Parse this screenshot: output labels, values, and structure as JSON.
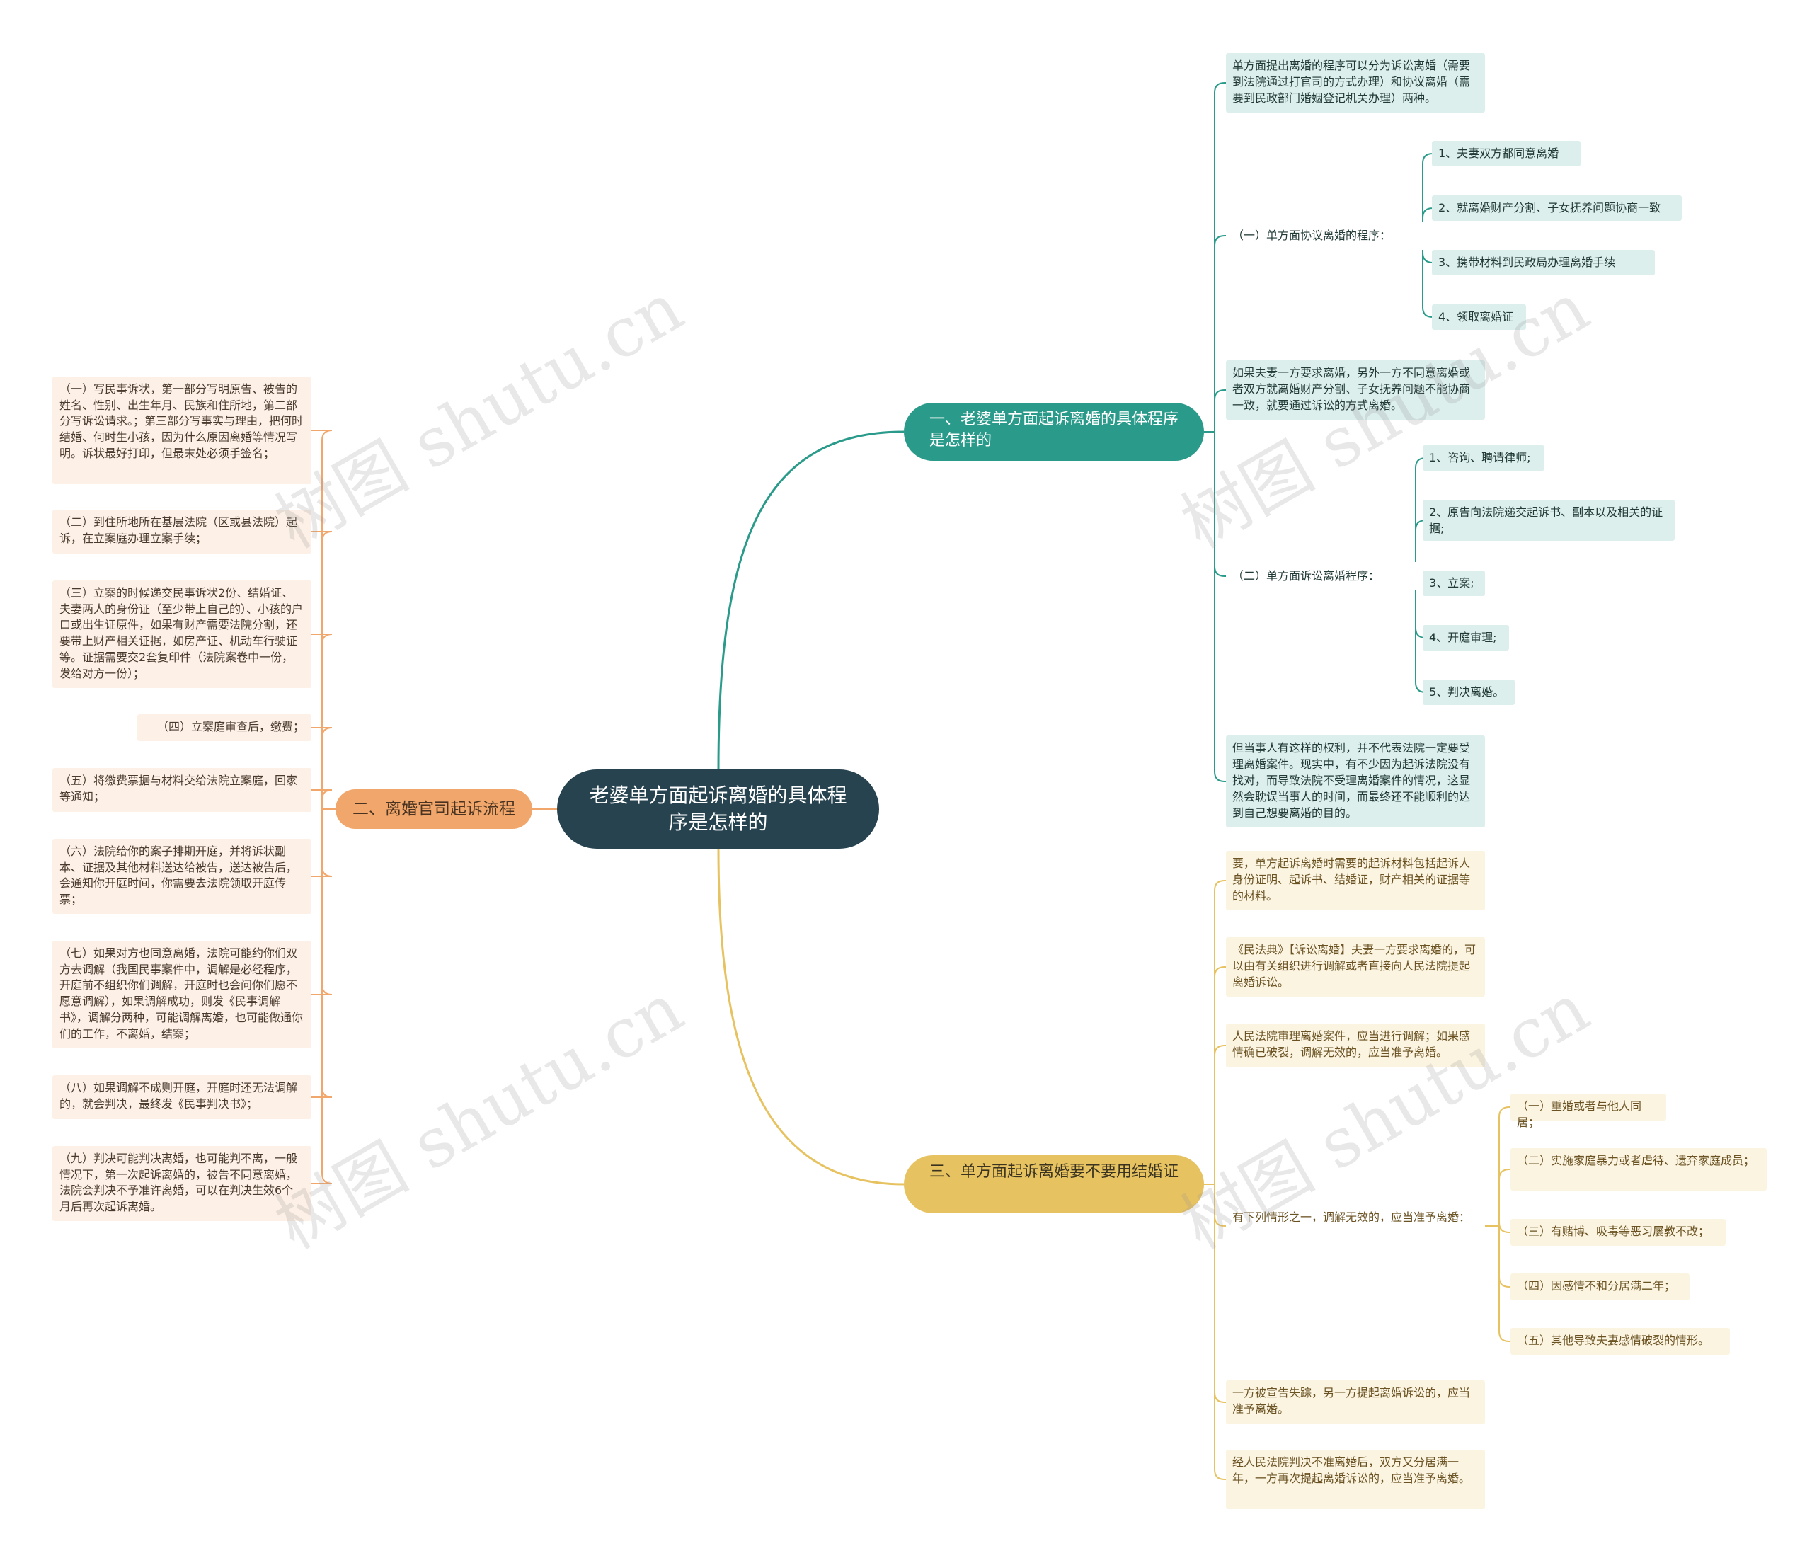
{
  "root": "老婆单方面起诉离婚的具体程序是怎样的",
  "watermark": "树图 shutu.cn",
  "colors": {
    "root": "#26434f",
    "teal": "#2a9b8a",
    "orange": "#f1a76b",
    "yellow": "#e7c261"
  },
  "branch1": {
    "title": "一、老婆单方面起诉离婚的具体程序是怎样的",
    "intro": "单方面提出离婚的程序可以分为诉讼离婚（需要到法院通过打官司的方式办理）和协议离婚（需要到民政部门婚姻登记机关办理）两种。",
    "agreement": {
      "label": "（一）单方面协议离婚的程序：",
      "items": [
        "1、夫妻双方都同意离婚",
        "2、就离婚财产分割、子女抚养问题协商一致",
        "3、携带材料到民政局办理离婚手续",
        "4、领取离婚证"
      ]
    },
    "middle": "如果夫妻一方要求离婚，另外一方不同意离婚或者双方就离婚财产分割、子女抚养问题不能协商一致，就要通过诉讼的方式离婚。",
    "litigation": {
      "label": "（二）单方面诉讼离婚程序：",
      "items": [
        "1、咨询、聘请律师;",
        "2、原告向法院递交起诉书、副本以及相关的证据;",
        "3、立案;",
        "4、开庭审理;",
        "5、判决离婚。"
      ]
    },
    "note": "但当事人有这样的权利，并不代表法院一定要受理离婚案件。现实中，有不少因为起诉法院没有找对，而导致法院不受理离婚案件的情况，这显然会耽误当事人的时间，而最终还不能顺利的达到自己想要离婚的目的。"
  },
  "branch2": {
    "title": "二、离婚官司起诉流程",
    "items": [
      "（一）写民事诉状，第一部分写明原告、被告的姓名、性别、出生年月、民族和住所地，第二部分写诉讼请求。；第三部分写事实与理由，把何时结婚、何时生小孩，因为什么原因离婚等情况写明。诉状最好打印，但最末处必须手签名；",
      "（二）到住所地所在基层法院（区或县法院）起诉，在立案庭办理立案手续；",
      "（三）立案的时候递交民事诉状2份、结婚证、夫妻两人的身份证（至少带上自己的）、小孩的户口或出生证原件，如果有财产需要法院分割，还要带上财产相关证据，如房产证、机动车行驶证等。证据需要交2套复印件（法院案卷中一份，发给对方一份）；",
      "（四）立案庭审查后，缴费；",
      "（五）将缴费票据与材料交给法院立案庭，回家等通知；",
      "（六）法院给你的案子排期开庭，并将诉状副本、证据及其他材料送达给被告，送达被告后，会通知你开庭时间，你需要去法院领取开庭传票；",
      "（七）如果对方也同意离婚，法院可能约你们双方去调解（我国民事案件中，调解是必经程序，开庭前不组织你们调解，开庭时也会问你们愿不愿意调解），如果调解成功，则发《民事调解书》，调解分两种，可能调解离婚，也可能做通你们的工作，不离婚，结案；",
      "（八）如果调解不成则开庭，开庭时还无法调解的，就会判决，最终发《民事判决书》；",
      "（九）判决可能判决离婚，也可能判不离，一般情况下，第一次起诉离婚的，被告不同意离婚，法院会判决不予准许离婚，可以在判决生效6个月后再次起诉离婚。"
    ]
  },
  "branch3": {
    "title": "三、单方面起诉离婚要不要用结婚证",
    "p1": "要，单方起诉离婚时需要的起诉材料包括起诉人身份证明、起诉书、结婚证，财产相关的证据等的材料。",
    "p2": "《民法典》【诉讼离婚】夫妻一方要求离婚的，可以由有关组织进行调解或者直接向人民法院提起离婚诉讼。",
    "p3": "人民法院审理离婚案件，应当进行调解；如果感情确已破裂，调解无效的，应当准予离婚。",
    "conditions": {
      "label": "有下列情形之一，调解无效的，应当准予离婚：",
      "items": [
        "（一）重婚或者与他人同居；",
        "（二）实施家庭暴力或者虐待、遗弃家庭成员；",
        "（三）有赌博、吸毒等恶习屡教不改；",
        "（四）因感情不和分居满二年；",
        "（五）其他导致夫妻感情破裂的情形。"
      ]
    },
    "p4": "一方被宣告失踪，另一方提起离婚诉讼的，应当准予离婚。",
    "p5": "经人民法院判决不准离婚后，双方又分居满一年，一方再次提起离婚诉讼的，应当准予离婚。"
  }
}
